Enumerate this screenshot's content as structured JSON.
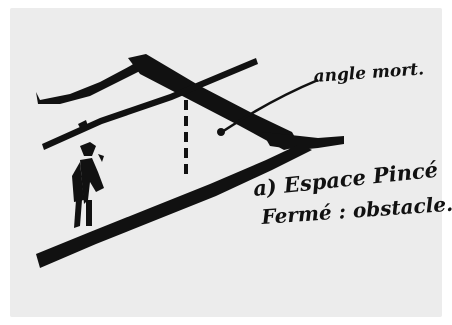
{
  "colors": {
    "page_background": "#ffffff",
    "panel_background": "#ececec",
    "ink": "#111111"
  },
  "annotations": {
    "angle_label": "angle mort.",
    "caption_line_1": "a) Espace Pincé",
    "caption_line_2": "Fermé : obstacle."
  }
}
